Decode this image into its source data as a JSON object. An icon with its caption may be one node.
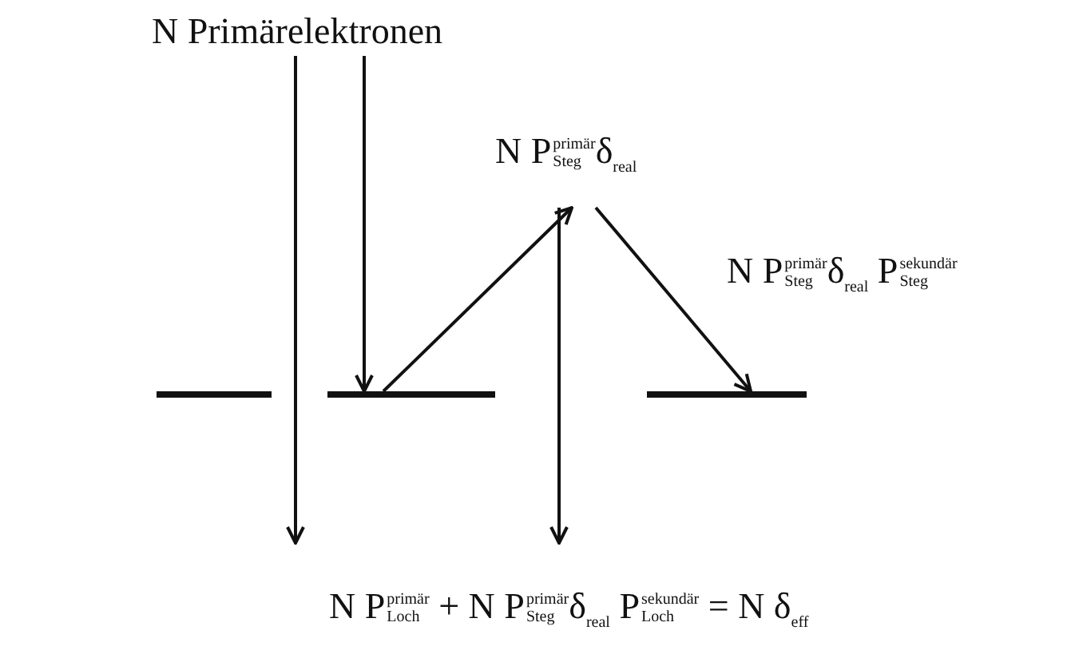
{
  "diagram": {
    "nodes": [
      {
        "text": [
          "N Primärelektronen"
        ]
      },
      {
        "text": [],
        "shape": "bar"
      },
      {
        "text": [],
        "shape": "bar"
      },
      {
        "text": [],
        "shape": "bar"
      },
      {
        "text": [
          "N P$^{primär}$$_{Steg}$δ$_{real}$"
        ]
      },
      {
        "text": [
          "N P$^{primär}$$_{Loch}$ + N P$^{primär}$$_{Steg}$δ$_{real}$ P$^{sekundär}$$_{Loch}$ = N δ$_{eff}$"
        ]
      }
    ],
    "edges": [
      {
        "from": 0,
        "to": 5,
        "arrow": "to"
      },
      {
        "from": 0,
        "to": 2,
        "arrow": "to"
      },
      {
        "from": 2,
        "to": 4,
        "arrow": "to"
      },
      {
        "from": 4,
        "to": 3,
        "arrow": "to"
      },
      {
        "from": 4,
        "to": 5,
        "arrow": "to"
      }
    ],
    "labels": [
      "N P$^{primär}$$_{Steg}$δ$_{real}$ P$^{sekundär}$$_{Steg}$"
    ]
  }
}
